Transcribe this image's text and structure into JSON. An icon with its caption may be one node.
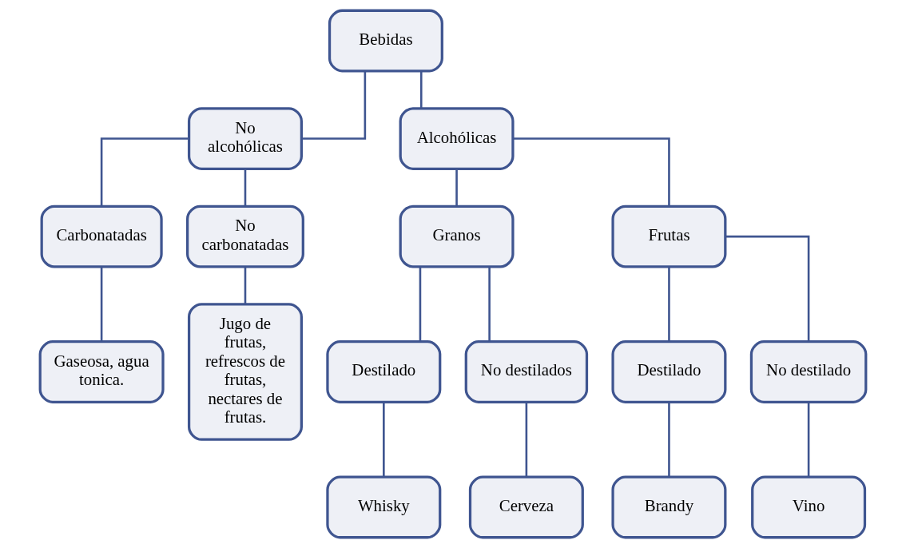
{
  "diagram": {
    "nodes": [
      {
        "text": [
          "Bebidas"
        ]
      },
      {
        "text": [
          "No alcohólicas"
        ]
      },
      {
        "text": [
          "Alcohólicas"
        ]
      },
      {
        "text": [
          "Carbonatadas"
        ]
      },
      {
        "text": [
          "No carbonatadas"
        ]
      },
      {
        "text": [
          "Granos"
        ]
      },
      {
        "text": [
          "Frutas"
        ]
      },
      {
        "text": [
          "Gaseosa, agua tonica."
        ]
      },
      {
        "text": [
          "Jugo de frutas, refrescos de frutas, nectares de frutas."
        ]
      },
      {
        "text": [
          "Destilado"
        ]
      },
      {
        "text": [
          "No destilados"
        ]
      },
      {
        "text": [
          "Destilado"
        ]
      },
      {
        "text": [
          "No destilado"
        ]
      },
      {
        "text": [
          "Whisky"
        ]
      },
      {
        "text": [
          "Cerveza"
        ]
      },
      {
        "text": [
          "Brandy"
        ]
      },
      {
        "text": [
          "Vino"
        ]
      }
    ],
    "edges": [
      {
        "from": 0,
        "to": 1,
        "arrow": "none"
      },
      {
        "from": 0,
        "to": 2,
        "arrow": "none"
      },
      {
        "from": 1,
        "to": 3,
        "arrow": "none"
      },
      {
        "from": 1,
        "to": 4,
        "arrow": "none"
      },
      {
        "from": 2,
        "to": 5,
        "arrow": "none"
      },
      {
        "from": 2,
        "to": 6,
        "arrow": "none"
      },
      {
        "from": 3,
        "to": 7,
        "arrow": "none"
      },
      {
        "from": 4,
        "to": 8,
        "arrow": "none"
      },
      {
        "from": 5,
        "to": 9,
        "arrow": "none"
      },
      {
        "from": 5,
        "to": 10,
        "arrow": "none"
      },
      {
        "from": 6,
        "to": 11,
        "arrow": "none"
      },
      {
        "from": 6,
        "to": 12,
        "arrow": "none"
      },
      {
        "from": 9,
        "to": 13,
        "arrow": "none"
      },
      {
        "from": 10,
        "to": 14,
        "arrow": "none"
      },
      {
        "from": 11,
        "to": 15,
        "arrow": "none"
      },
      {
        "from": 12,
        "to": 16,
        "arrow": "none"
      }
    ]
  }
}
